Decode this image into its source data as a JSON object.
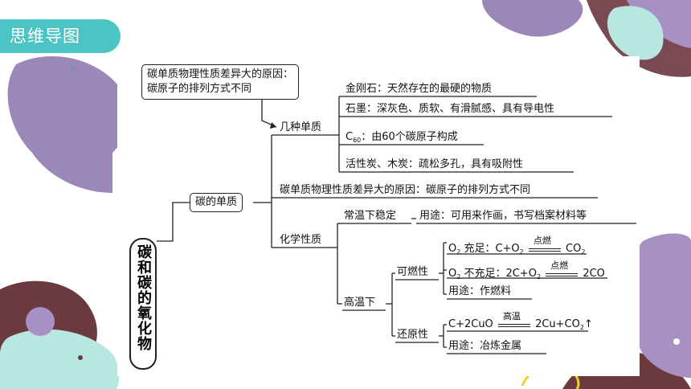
{
  "banner": {
    "title": "思维导图"
  },
  "root": {
    "label": "碳和碳的氧化物"
  },
  "note": {
    "line1": "碳单质物理性质差异大的原因：",
    "line2": "碳原子的排列方式不同"
  },
  "elemental": {
    "label": "碳的单质",
    "several": {
      "label": "几种单质",
      "items": [
        "金刚石：天然存在的最硬的物质",
        "石墨：深灰色、质软、有滑腻感、具有导电性",
        "C60：由60个碳原子构成",
        "活性炭、木炭：疏松多孔，具有吸附性"
      ],
      "c60": {
        "symbol": "C",
        "sub": "60",
        "rest": "：由60个碳原子构成"
      }
    },
    "reason": "碳单质物理性质差异大的原因：碳原子的排列方式不同",
    "chemical": {
      "label": "化学性质",
      "room_temp": {
        "label": "常温下稳定",
        "use": "用途：可用来作画，书写档案材料等"
      },
      "high_temp": {
        "label": "高温下",
        "combustibility": {
          "label": "可燃性",
          "sufficient": {
            "pre": "O",
            "sub1": "2",
            "mid": " 充足：C+O",
            "sub2": "2",
            "cond": "点燃",
            "prod": "CO",
            "sub3": "2"
          },
          "insufficient": {
            "pre": "O",
            "sub1": "2",
            "mid": " 不充足：2C+O",
            "sub2": "2",
            "cond": "点燃",
            "prod": "2CO"
          },
          "use": "用途：作燃料"
        },
        "reducibility": {
          "label": "还原性",
          "reaction": {
            "left": "C+2CuO",
            "cond": "高温",
            "right": "2Cu+CO",
            "sub": "2",
            "arrow": "↑"
          },
          "use": "用途：冶炼金属"
        }
      }
    }
  },
  "colors": {
    "teal": "#4cc4c4",
    "purple": "#9b87b8",
    "maroon": "#6b3a3e",
    "mint": "#b8e6e0",
    "yellow": "#f2d02a"
  }
}
